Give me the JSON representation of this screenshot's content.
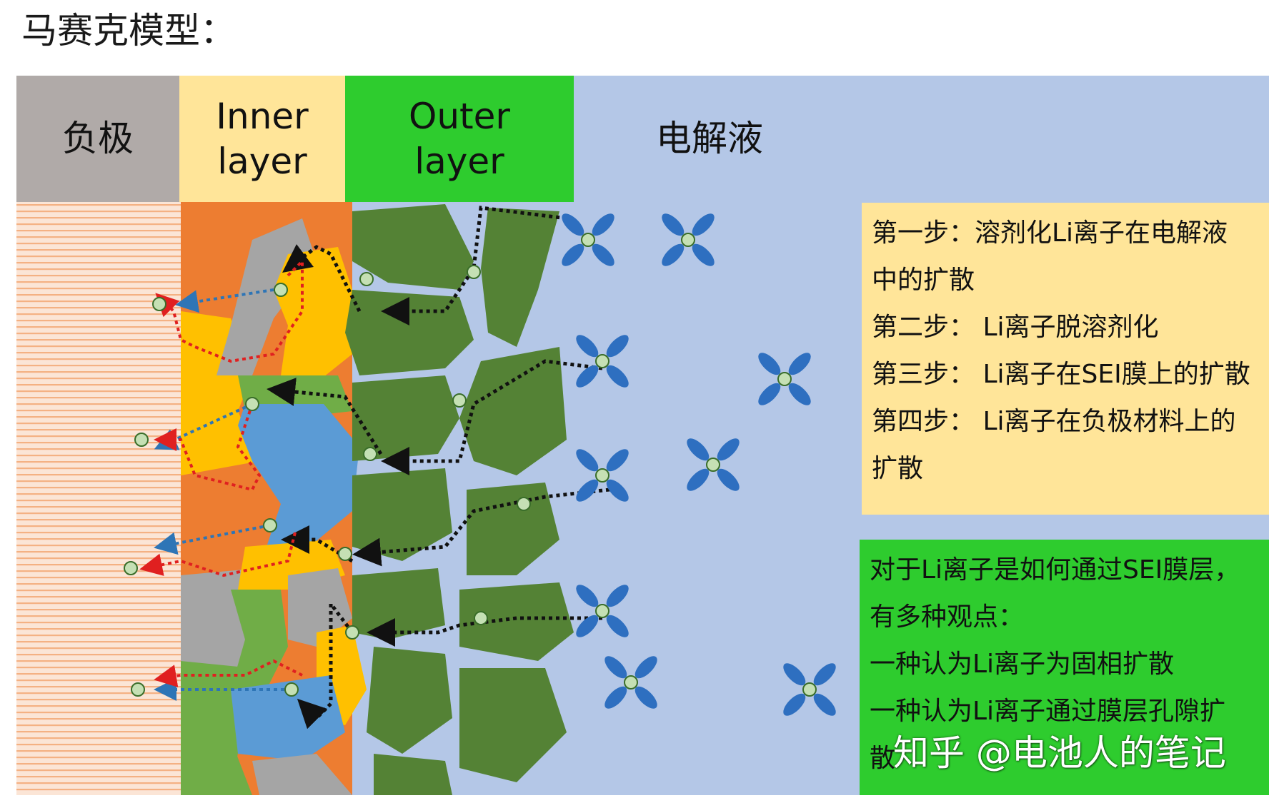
{
  "title": "马赛克模型：",
  "headers": {
    "anode": "负极",
    "inner_line1": "Inner",
    "inner_line2": "layer",
    "outer_line1": "Outer",
    "outer_line2": "layer",
    "electrolyte": "电解液"
  },
  "steps_box": {
    "lines": [
      "第一步：溶剂化Li离子在电解液",
      "中的扩散",
      "第二步：  Li离子脱溶剂化",
      "第三步：  Li离子在SEI膜上的扩散",
      "第四步：   Li离子在负极材料上的",
      "扩散"
    ]
  },
  "views_box": {
    "lines": [
      "对于Li离子是如何通过SEI膜层，",
      "有多种观点：",
      "一种认为Li离子为固相扩散",
      "一种认为Li离子通过膜层孔隙扩",
      "散"
    ]
  },
  "watermark": "知乎 @电池人的笔记",
  "colors": {
    "anode": "#b0aaa8",
    "inner_layer": "#ffe599",
    "outer_layer": "#2ecc2e",
    "electrolyte": "#b4c7e7",
    "grain_dark_green": "#548235",
    "orange": "#ed7d31",
    "yellow": "#ffc000",
    "blue": "#5b9bd5",
    "gray": "#a5a5a5",
    "light_green": "#70ad47",
    "solvent_petal": "#2e6fc0",
    "li_ion": "#c5e0b4",
    "path_black": "#111111",
    "path_blue": "#2e75b6",
    "path_red": "#e02020"
  }
}
